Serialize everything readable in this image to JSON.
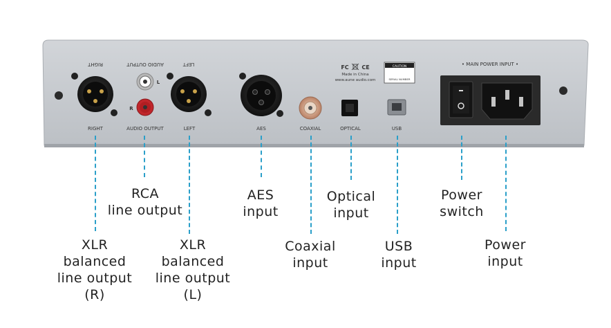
{
  "panel": {
    "silkscreen": {
      "xlr_right_top": "RIGHT",
      "rca_top": "AUDIO OUTPUT",
      "xlr_left_top": "LEFT",
      "rca_l_mark": "L",
      "rca_r_mark": "R",
      "xlr_right_bottom": "RIGHT",
      "rca_bottom": "AUDIO OUTPUT",
      "xlr_left_bottom": "LEFT",
      "aes": "AES",
      "coaxial": "COAXIAL",
      "optical": "OPTICAL",
      "usb": "USB",
      "fcc": "FC",
      "ce": "CE",
      "made_in": "Made in China",
      "website": "www.aune audio.com",
      "caution": "CAUTION",
      "serial": "SERIAL NUMBER",
      "main_power": "• MAIN POWER INPUT •"
    }
  },
  "callouts": [
    {
      "lines": [
        "XLR",
        "balanced",
        "line output",
        "(R)"
      ]
    },
    {
      "lines": [
        "RCA",
        "line output"
      ]
    },
    {
      "lines": [
        "XLR",
        "balanced",
        "line output",
        "(L)"
      ]
    },
    {
      "lines": [
        "AES",
        "input"
      ]
    },
    {
      "lines": [
        "Coaxial",
        "input"
      ]
    },
    {
      "lines": [
        "Optical",
        "input"
      ]
    },
    {
      "lines": [
        "USB",
        "input"
      ]
    },
    {
      "lines": [
        "Power",
        "switch"
      ]
    },
    {
      "lines": [
        "Power",
        "input"
      ]
    }
  ],
  "colors": {
    "panel": "#c4c7cb",
    "leader": "#2a9fc9",
    "text": "#222222"
  }
}
